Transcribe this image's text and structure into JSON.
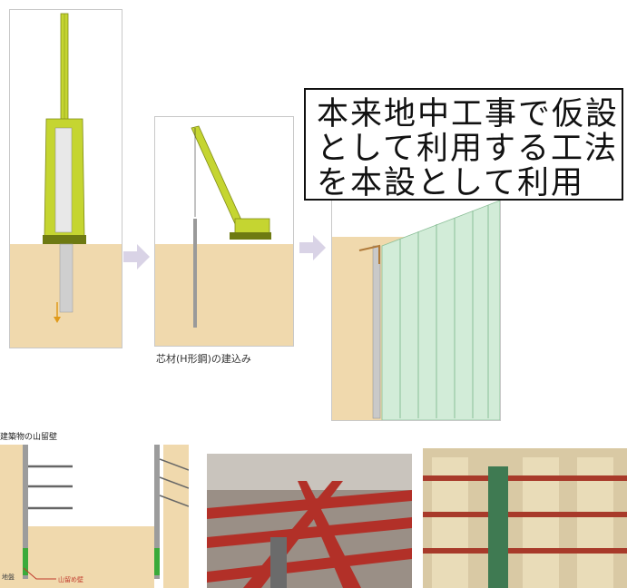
{
  "callout": {
    "line1": "本来地中工事で仮設",
    "line2": "として利用する工法",
    "line3": "を本設として利用"
  },
  "captions": {
    "core_material": "芯材(H形鋼)の建込み",
    "building_wall": "建築物の山留壁",
    "wall_label": "山留め壁",
    "slab_label": "地盤"
  },
  "colors": {
    "soil": "#f0d9ad",
    "machine": "#c5d531",
    "arrow": "#d9d3e6",
    "wall_green": "#d2ecd8"
  }
}
